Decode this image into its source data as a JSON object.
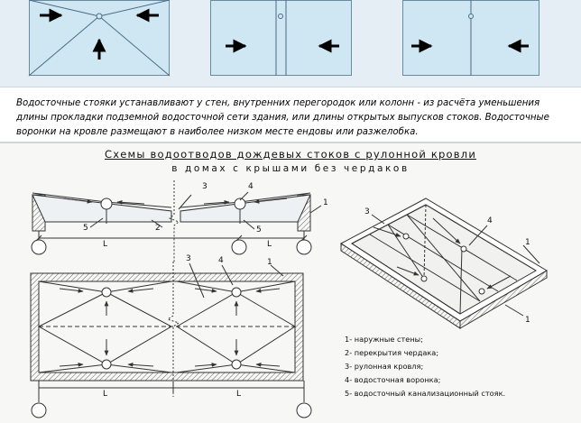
{
  "caption": "Водосточные стояки устанавливают у стен, внутренних перегородок или колонн - из расчёта уменьшения длины прокладки подземной водосточной сети здания, или длины открытых выпусков стоков. Водосточные воронки на кровле размещают в наиболее низком месте ендовы или разжелобка.",
  "diagram": {
    "title": "Схемы водоотводов дождевых стоков с рулонной кровли",
    "subtitle": "в домах с крышами без чердаков",
    "span_label": "L",
    "callouts": {
      "n1": "1",
      "n2": "2",
      "n3": "3",
      "n4": "4",
      "n5": "5"
    },
    "legend": [
      "1- наружные стены;",
      "2- перекрытия чердака;",
      "3- рулонная кровля;",
      "4- водосточная воронка;",
      "5- водосточный канализационный стояк."
    ]
  },
  "colors": {
    "panel_fill": "#cfe6f3",
    "panel_border": "#6a8aa0",
    "band": "#e5eef5",
    "line": "#333333"
  },
  "icons": [
    "arrow-right-icon",
    "arrow-left-icon",
    "arrow-up-icon"
  ]
}
